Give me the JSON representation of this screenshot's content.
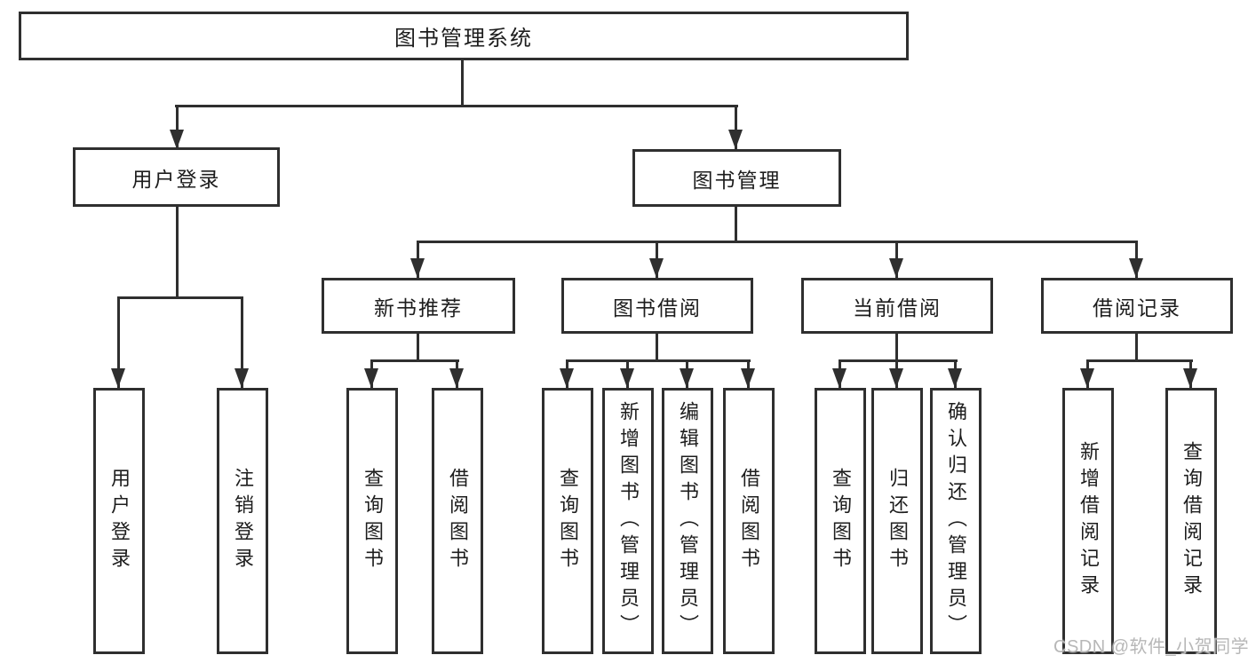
{
  "tree": {
    "root": {
      "label": "图书管理系统"
    },
    "branches": [
      {
        "label": "用户登录",
        "leaves": [
          {
            "label": "用户登录"
          },
          {
            "label": "注销登录"
          }
        ]
      },
      {
        "label": "图书管理",
        "sections": [
          {
            "label": "新书推荐",
            "leaves": [
              {
                "label": "查询图书"
              },
              {
                "label": "借阅图书"
              }
            ]
          },
          {
            "label": "图书借阅",
            "leaves": [
              {
                "label": "查询图书"
              },
              {
                "label": "新增图书（管理员）"
              },
              {
                "label": "编辑图书（管理员）"
              },
              {
                "label": "借阅图书"
              }
            ]
          },
          {
            "label": "当前借阅",
            "leaves": [
              {
                "label": "查询图书"
              },
              {
                "label": "归还图书"
              },
              {
                "label": "确认归还（管理员）"
              }
            ]
          },
          {
            "label": "借阅记录",
            "leaves": [
              {
                "label": "新增借阅记录"
              },
              {
                "label": "查询借阅记录"
              }
            ]
          }
        ]
      }
    ]
  },
  "watermark": {
    "text": "CSDN @软件_小贺同学"
  },
  "colors": {
    "line": "#2f2f2f",
    "text": "#1d1d1d",
    "background": "#ffffff",
    "watermark": "#b7b7b7"
  }
}
